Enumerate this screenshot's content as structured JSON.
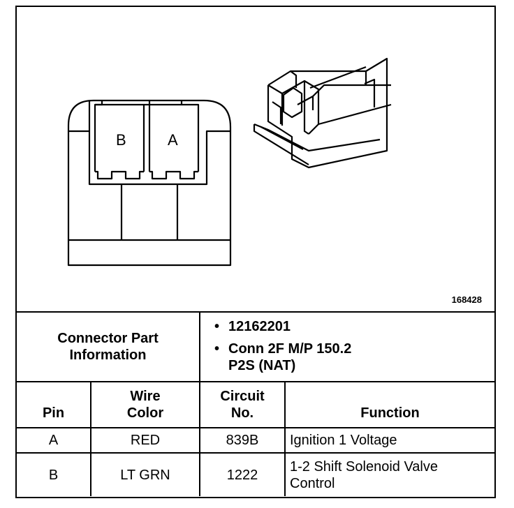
{
  "figure": {
    "id_label": "168428",
    "pin_labels": [
      "B",
      "A"
    ]
  },
  "info": {
    "label_line1": "Connector Part",
    "label_line2": "Information",
    "bullet1": "12162201",
    "bullet2_line1": "Conn 2F M/P 150.2",
    "bullet2_line2": "P2S (NAT)"
  },
  "headers": {
    "pin": "Pin",
    "wire_color_line1": "Wire",
    "wire_color_line2": "Color",
    "circuit_line1": "Circuit",
    "circuit_line2": "No.",
    "function": "Function"
  },
  "rows": [
    {
      "pin": "A",
      "color": "RED",
      "circuit": "839B",
      "function_line1": "Ignition 1 Voltage",
      "function_line2": ""
    },
    {
      "pin": "B",
      "color": "LT GRN",
      "circuit": "1222",
      "function_line1": "1-2 Shift Solenoid Valve",
      "function_line2": "Control"
    }
  ]
}
